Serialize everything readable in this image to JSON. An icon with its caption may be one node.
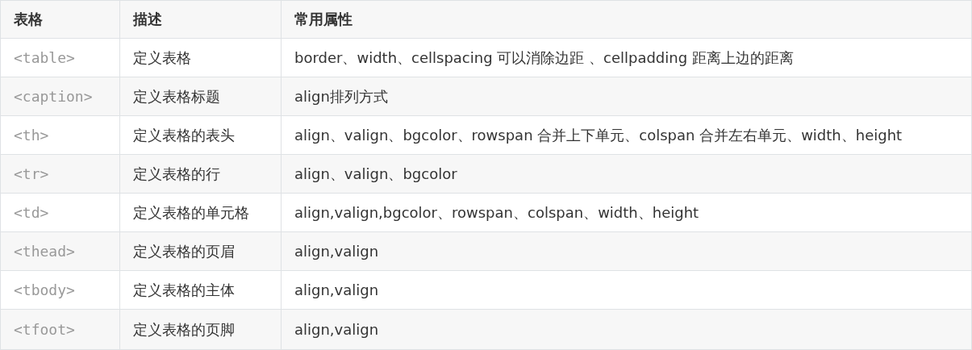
{
  "diagram": {
    "labels": [
      "表格",
      "描述",
      "常用属性",
      "<table>",
      "定义表格",
      "border、width、cellspacing 可以消除边距 、cellpadding 距离上边的距离",
      "<caption>",
      "定义表格标题",
      "align排列方式",
      "<th>",
      "定义表格的表头",
      "align、valign、bgcolor、rowspan 合并上下单元、colspan 合并左右单元、width、height",
      "<tr>",
      "定义表格的行",
      "align、valign、bgcolor",
      "<td>",
      "定义表格的单元格",
      "align,valign,bgcolor、rowspan、colspan、width、height",
      "<thead>",
      "定义表格的页眉",
      "align,valign",
      "<tbody>",
      "定义表格的主体",
      "align,valign",
      "<tfoot>",
      "定义表格的页脚",
      "align,valign"
    ]
  }
}
